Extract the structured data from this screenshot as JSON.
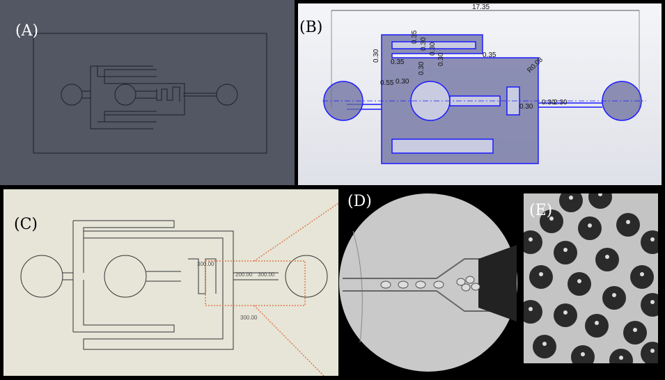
{
  "panels": {
    "a": {
      "label": "(A)",
      "background": "#535663"
    },
    "b": {
      "label": "(B)",
      "overall_dimension": "17.35",
      "dimensions": [
        "0.30",
        "0.35",
        "0.30",
        "0.30",
        "0.35",
        "0.30",
        "0.35",
        "0.30",
        "0.55",
        "0.30",
        "0.30",
        "2.30",
        "0.30",
        "R0.08"
      ],
      "accent": "#1a1aff"
    },
    "c": {
      "label": "(C)",
      "background": "#e6e5d8",
      "dimensions": [
        "300.00",
        "200.00",
        "300.00",
        "300.00"
      ],
      "highlight": "#e07a4a"
    },
    "d": {
      "label": "(D)"
    },
    "e": {
      "label": "(E)"
    }
  }
}
